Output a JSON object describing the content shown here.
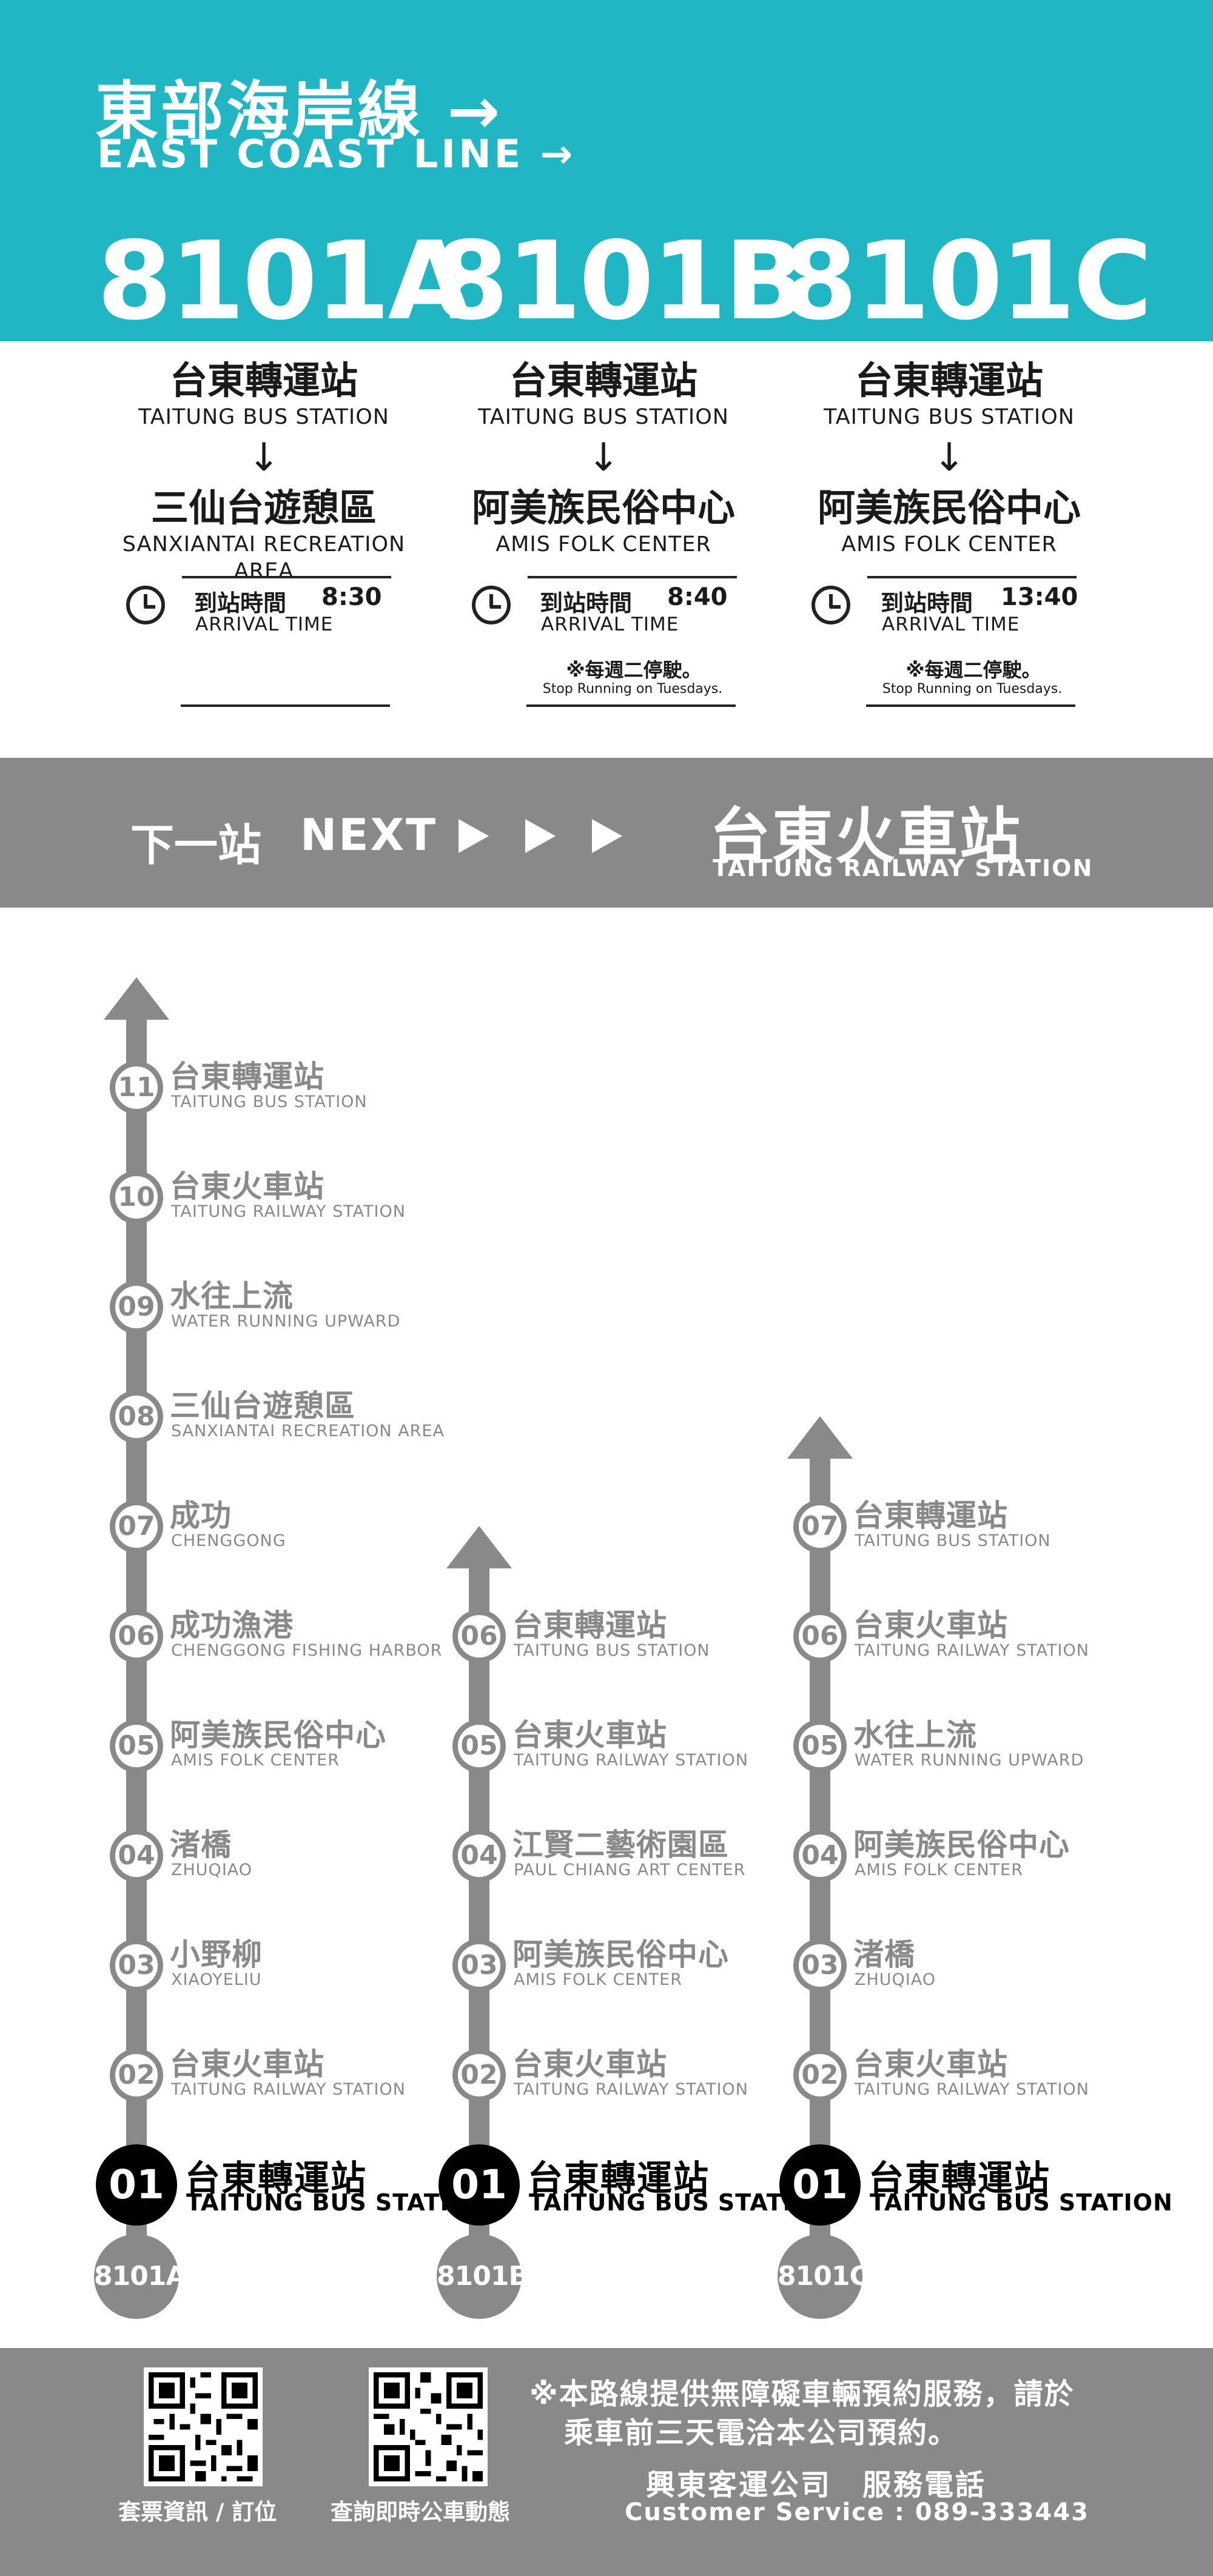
{
  "header": {
    "title_zh": "東部海岸線 →",
    "title_en": "EAST COAST LINE →",
    "routes": [
      "8101A",
      "8101B",
      "8101C"
    ]
  },
  "route_info": [
    {
      "from_zh": "台東轉運站",
      "from_en": "TAITUNG BUS STATION",
      "arrow": "↓",
      "to_zh": "三仙台遊憩區",
      "to_en": "SANXIANTAI RECREATION AREA",
      "arrival_zh": "到站時間",
      "arrival_en": "ARRIVAL TIME",
      "time": "8:30",
      "note_zh": "",
      "note_en": ""
    },
    {
      "from_zh": "台東轉運站",
      "from_en": "TAITUNG BUS STATION",
      "arrow": "↓",
      "to_zh": "阿美族民俗中心",
      "to_en": "AMIS FOLK CENTER",
      "arrival_zh": "到站時間",
      "arrival_en": "ARRIVAL TIME",
      "time": "8:40",
      "note_zh": "※每週二停駛。",
      "note_en": "Stop Running on Tuesdays."
    },
    {
      "from_zh": "台東轉運站",
      "from_en": "TAITUNG BUS STATION",
      "arrow": "↓",
      "to_zh": "阿美族民俗中心",
      "to_en": "AMIS FOLK CENTER",
      "arrival_zh": "到站時間",
      "arrival_en": "ARRIVAL TIME",
      "time": "13:40",
      "note_zh": "※每週二停駛。",
      "note_en": "Stop Running on Tuesdays."
    }
  ],
  "next_stop": {
    "label_zh": "下一站",
    "label_en": "NEXT",
    "station_zh": "台東火車站",
    "station_en": "TAITUNG RAILWAY STATION"
  },
  "lines": [
    {
      "code": "8101A",
      "stops": [
        {
          "num": "01",
          "zh": "台東轉運站",
          "en": "TAITUNG BUS STATION"
        },
        {
          "num": "02",
          "zh": "台東火車站",
          "en": "TAITUNG RAILWAY STATION"
        },
        {
          "num": "03",
          "zh": "小野柳",
          "en": "XIAOYELIU"
        },
        {
          "num": "04",
          "zh": "渚橋",
          "en": "ZHUQIAO"
        },
        {
          "num": "05",
          "zh": "阿美族民俗中心",
          "en": "AMIS FOLK CENTER"
        },
        {
          "num": "06",
          "zh": "成功漁港",
          "en": "CHENGGONG FISHING HARBOR"
        },
        {
          "num": "07",
          "zh": "成功",
          "en": "CHENGGONG"
        },
        {
          "num": "08",
          "zh": "三仙台遊憩區",
          "en": "SANXIANTAI RECREATION AREA"
        },
        {
          "num": "09",
          "zh": "水往上流",
          "en": "WATER RUNNING UPWARD"
        },
        {
          "num": "10",
          "zh": "台東火車站",
          "en": "TAITUNG RAILWAY STATION"
        },
        {
          "num": "11",
          "zh": "台東轉運站",
          "en": "TAITUNG BUS STATION"
        }
      ]
    },
    {
      "code": "8101B",
      "stops": [
        {
          "num": "01",
          "zh": "台東轉運站",
          "en": "TAITUNG BUS STATION"
        },
        {
          "num": "02",
          "zh": "台東火車站",
          "en": "TAITUNG RAILWAY STATION"
        },
        {
          "num": "03",
          "zh": "阿美族民俗中心",
          "en": "AMIS FOLK CENTER"
        },
        {
          "num": "04",
          "zh": "江賢二藝術園區",
          "en": "PAUL CHIANG ART CENTER"
        },
        {
          "num": "05",
          "zh": "台東火車站",
          "en": "TAITUNG RAILWAY STATION"
        },
        {
          "num": "06",
          "zh": "台東轉運站",
          "en": "TAITUNG BUS STATION"
        }
      ]
    },
    {
      "code": "8101C",
      "stops": [
        {
          "num": "01",
          "zh": "台東轉運站",
          "en": "TAITUNG BUS STATION"
        },
        {
          "num": "02",
          "zh": "台東火車站",
          "en": "TAITUNG RAILWAY STATION"
        },
        {
          "num": "03",
          "zh": "渚橋",
          "en": "ZHUQIAO"
        },
        {
          "num": "04",
          "zh": "阿美族民俗中心",
          "en": "AMIS FOLK CENTER"
        },
        {
          "num": "05",
          "zh": "水往上流",
          "en": "WATER RUNNING UPWARD"
        },
        {
          "num": "06",
          "zh": "台東火車站",
          "en": "TAITUNG RAILWAY STATION"
        },
        {
          "num": "07",
          "zh": "台東轉運站",
          "en": "TAITUNG BUS STATION"
        }
      ]
    }
  ],
  "footer": {
    "qr1_caption": "套票資訊 / 訂位",
    "qr2_caption": "查詢即時公車動態",
    "notice_line1": "※本路線提供無障礙車輛預約服務，請於",
    "notice_line2": "乘車前三天電洽本公司預約。",
    "company": "興東客運公司　服務電話",
    "customer_service": "Customer Service : 089-333443"
  },
  "colors": {
    "accent": "#21b6c4",
    "gray": "#898989",
    "black": "#000000"
  }
}
